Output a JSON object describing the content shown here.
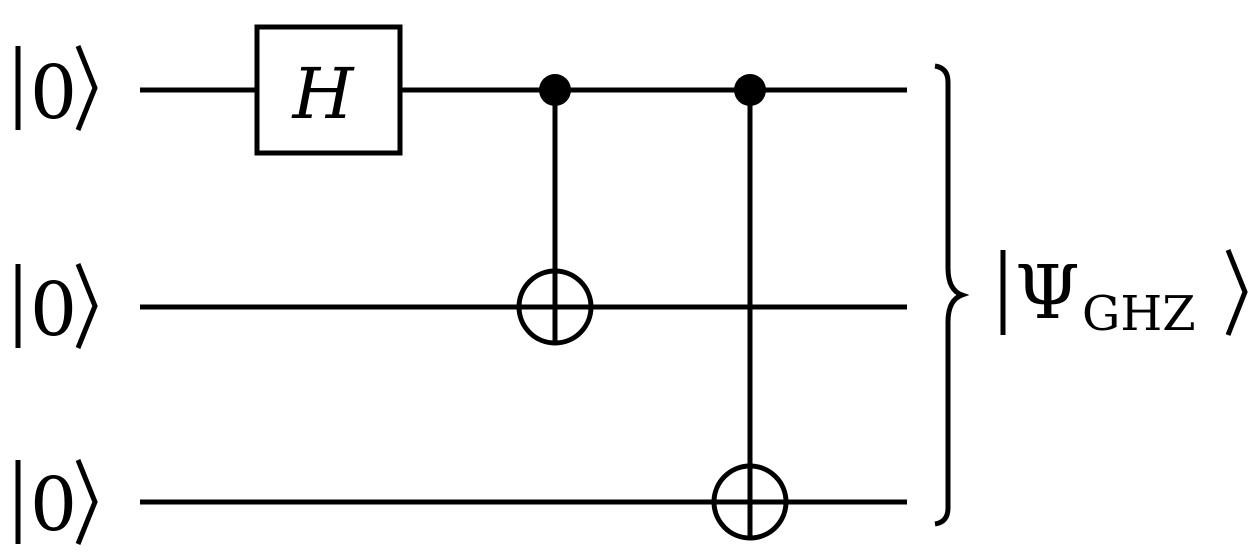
{
  "qubits": [
    {
      "label": "0"
    },
    {
      "label": "0"
    },
    {
      "label": "0"
    }
  ],
  "gates": [
    {
      "type": "single",
      "label": "H",
      "target": 0
    },
    {
      "type": "cnot",
      "control": 0,
      "target": 1
    },
    {
      "type": "cnot",
      "control": 0,
      "target": 2
    }
  ],
  "output": {
    "symbol": "Ψ",
    "subscript": "GHZ"
  },
  "colors": {
    "ink": "#000000",
    "background": "#ffffff"
  }
}
